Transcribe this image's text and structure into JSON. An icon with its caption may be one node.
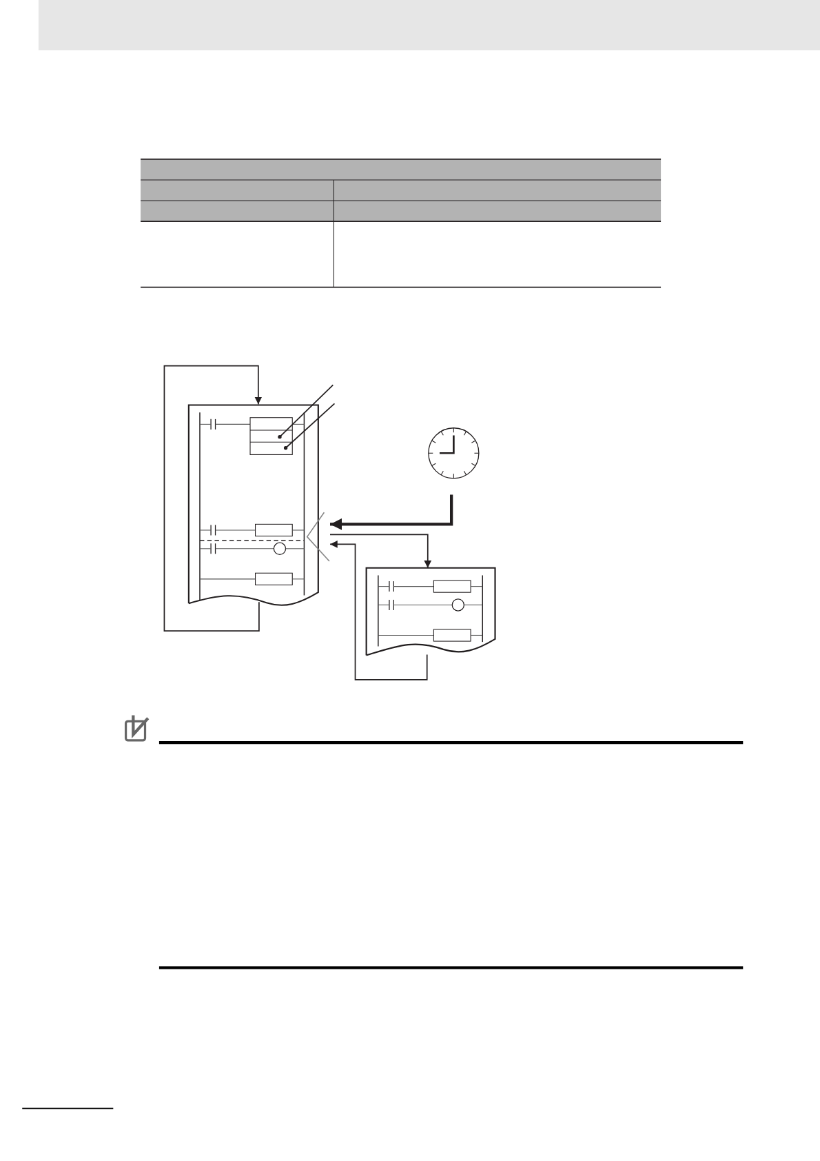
{
  "diagram": {
    "nodes": [
      {
        "text": [],
        "shape": "box"
      },
      {
        "text": [],
        "shape": "clock"
      },
      {
        "text": [],
        "shape": "box"
      }
    ],
    "edges": [
      {
        "from": 0,
        "to": 0,
        "arrow": "to"
      },
      {
        "from": 1,
        "to": 0,
        "arrow": "to",
        "style": "thick"
      },
      {
        "from": 0,
        "to": 2,
        "arrow": "to"
      },
      {
        "from": 2,
        "to": 0,
        "arrow": "to"
      },
      {
        "from": null,
        "to": 0,
        "arrow": "other"
      },
      {
        "from": null,
        "to": 0,
        "arrow": "other"
      }
    ]
  }
}
